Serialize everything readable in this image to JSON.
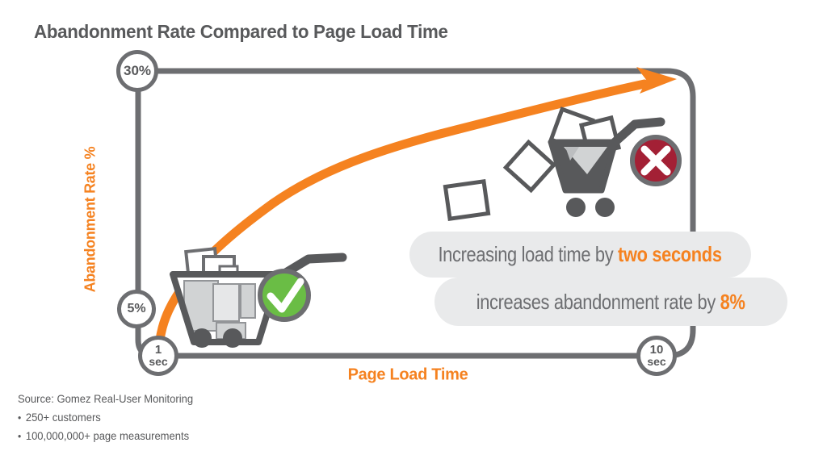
{
  "title": "Abandonment Rate Compared to Page Load Time",
  "axes": {
    "y_label": "Abandonment Rate %",
    "x_label": "Page Load Time",
    "y_max": "30%",
    "y_mid": "5%",
    "x_start_value": "1",
    "x_start_unit": "sec",
    "x_end_value": "10",
    "x_end_unit": "sec"
  },
  "callout": {
    "line1_text": "Increasing load time by ",
    "line1_highlight": "two seconds",
    "line2_text": "increases abandonment rate by ",
    "line2_highlight": "8%"
  },
  "source": {
    "heading": "Source: Gomez Real-User Monitoring",
    "bullets": [
      "250+ customers",
      "100,000,000+ page measurements"
    ]
  },
  "colors": {
    "accent_orange": "#F58220",
    "frame_gray": "#6D6E71",
    "text_gray": "#58595B",
    "bubble_gray": "#E9EAEB",
    "success_green": "#6ABD45",
    "error_red": "#A32035",
    "light_box_gray": "#D1D3D4"
  },
  "icons": {
    "good_cart": "full-shopping-cart-icon",
    "abandoned_cart": "spilled-shopping-cart-icon",
    "success_badge": "green-check-icon",
    "error_badge": "red-x-icon",
    "trend": "orange-rising-arrow"
  },
  "chart_data": {
    "type": "line",
    "title": "Abandonment Rate Compared to Page Load Time",
    "xlabel": "Page Load Time",
    "ylabel": "Abandonment Rate %",
    "x_unit": "seconds",
    "y_unit": "percent",
    "xlim": [
      1,
      10
    ],
    "ylim": [
      5,
      30
    ],
    "x_tick_labels": [
      "1 sec",
      "10 sec"
    ],
    "y_tick_labels": [
      "5%",
      "30%"
    ],
    "grid": false,
    "legend": "none",
    "series": [
      {
        "name": "Abandonment Rate %",
        "x": [
          1,
          2,
          3,
          4,
          5,
          6,
          7,
          8,
          9,
          10
        ],
        "y": [
          5,
          10,
          14,
          17.5,
          20.5,
          23,
          25,
          27,
          28.5,
          30
        ],
        "estimated_from_curve": true
      }
    ],
    "annotations": [
      "Increasing load time by two seconds increases abandonment rate by 8%"
    ]
  }
}
